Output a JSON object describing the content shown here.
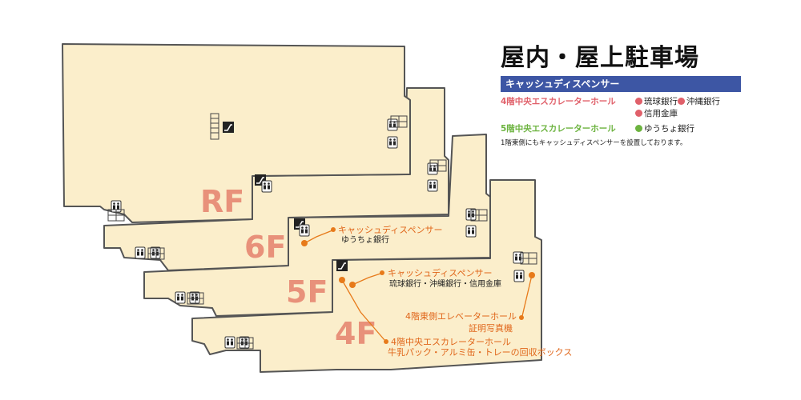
{
  "legend": {
    "title": "屋内・屋上駐車場",
    "subtitle": "キャッシュディスペンサー",
    "rows": [
      {
        "location": "4階中央エスカレーターホール",
        "color": "#e0606a",
        "banks": [
          {
            "name": "琉球銀行",
            "color": "#e0606a"
          },
          {
            "name": "沖縄銀行",
            "color": "#e0606a"
          },
          {
            "name": "信用金庫",
            "color": "#e0606a"
          }
        ]
      },
      {
        "location": "5階中央エスカレーターホール",
        "color": "#6cb33f",
        "banks": [
          {
            "name": "ゆうちょ銀行",
            "color": "#6cb33f"
          }
        ]
      }
    ],
    "note": "1階東側にもキャッシュディスペンサーを設置しております。"
  },
  "floors": {
    "rf": "RF",
    "f6": "6F",
    "f5": "5F",
    "f4": "4F"
  },
  "annotations": {
    "atm6": {
      "title": "キャッシュディスペンサー",
      "sub": "ゆうちょ銀行"
    },
    "atm5": {
      "title": "キャッシュディスペンサー",
      "sub": "琉球銀行・沖縄銀行・信用金庫"
    },
    "elev4": {
      "title": "4階東側エレベーターホール",
      "sub": "証明写真機"
    },
    "esc4": {
      "title": "4階中央エスカレーターホール",
      "sub": "牛乳パック・アルミ缶・トレーの回収ボックス"
    }
  },
  "colors": {
    "floor_fill": "#fbeecb",
    "floor_label": "#e8917a",
    "annotation": "#e77a1a",
    "legend_bar": "#3d56a4"
  },
  "icons": [
    "restroom-icon",
    "escalator-icon",
    "stairs-icon",
    "atm-marker"
  ]
}
